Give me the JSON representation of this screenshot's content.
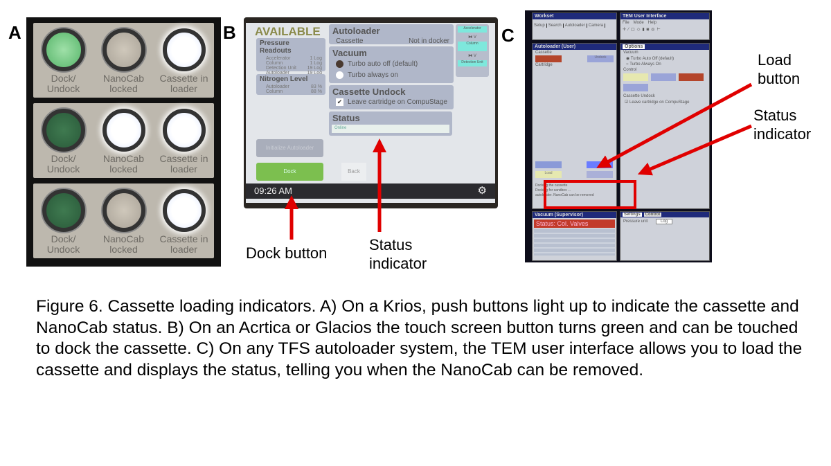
{
  "panel_labels": {
    "a": "A",
    "b": "B",
    "c": "C"
  },
  "panel_a": {
    "labels": {
      "dock": "Dock/ Undock",
      "nanocab": "NanoCab locked",
      "cassette": "Cassette in loader"
    },
    "rows": [
      {
        "dock": "lit-green",
        "nanocab": "off",
        "cassette": "lit-white"
      },
      {
        "dock": "dark-green",
        "nanocab": "lit-white",
        "cassette": "lit-white"
      },
      {
        "dock": "dark-green",
        "nanocab": "off",
        "cassette": "lit-white"
      }
    ]
  },
  "panel_b": {
    "available": "AVAILABLE",
    "pressure": {
      "title": "Pressure Readouts",
      "rows": [
        [
          "Accelerator",
          "1 Log"
        ],
        [
          "Column",
          "1 Log"
        ],
        [
          "Detection Unit",
          "19 Log"
        ],
        [
          "Autoloader",
          "19 Log"
        ]
      ]
    },
    "nitrogen": {
      "title": "Nitrogen Level",
      "rows": [
        [
          "Autoloader",
          "83 %"
        ],
        [
          "Column",
          "88 %"
        ]
      ]
    },
    "autoloader": {
      "title": "Autoloader",
      "label": "Cassette",
      "value": "Not in docker"
    },
    "vacuum": {
      "title": "Vacuum",
      "options": [
        "Turbo auto off (default)",
        "Turbo always on"
      ],
      "selected": 0
    },
    "undock": {
      "title": "Cassette Undock",
      "checkbox": "Leave cartridge on CompuStage",
      "checked": true
    },
    "status": {
      "title": "Status",
      "value": "Online"
    },
    "side": [
      "Accelerator",
      "Column",
      "Detection Unit"
    ],
    "valve_label": "V",
    "init_button": "Initialize Autoloader",
    "dock_button": "Dock",
    "back_button": "Back",
    "time": "09:26 AM",
    "colors": {
      "dock": "#7cbf4f",
      "accent": "#6dd9cf",
      "available": "#8a8a4a"
    }
  },
  "panel_c": {
    "workset": "Workset",
    "tabs": [
      "Setup",
      "Search",
      "Autoloader",
      "Camera"
    ],
    "tui_title": "TEM User Interface",
    "menu": [
      "File",
      "Mode",
      "Help"
    ],
    "autoloader_title": "Autoloader (User)",
    "cassette": "Cassette",
    "cartridge": "Cartridge",
    "options_tab": "Options",
    "vacuum": "Vacuum",
    "turbo_opts": [
      "Turbo Auto Off (default)",
      "Turbo Always On"
    ],
    "control": "Control",
    "cassette_undock": "Cassette Undock",
    "leave": "Leave cartridge on CompuStage",
    "load": "Load",
    "undock": "Undock",
    "status_lines": [
      "Docking the cassette",
      "Docking for sandbox ...",
      "autoloader. NanoCab can be removed"
    ],
    "vacuum_title": "Vacuum (Supervisor)",
    "status_banner": "Status: Col. Valves",
    "settings_tabs": [
      "Settings",
      "Control"
    ],
    "pressure_unit": "Pressure unit",
    "unit_value": "Log"
  },
  "annotations": {
    "load_button": "Load button",
    "status_c": "Status indicator",
    "dock_button": "Dock button",
    "status_b": "Status indicator"
  },
  "caption": "Figure 6. Cassette loading indicators. A) On a Krios, push buttons light up to indicate the cassette and NanoCab status. B) On an Acrtica or Glacios the touch screen button turns green and can be touched to dock the cassette. C) On any TFS autoloader system, the TEM user interface allows you to load the cassette and displays the status, telling you when the NanoCab can be removed."
}
